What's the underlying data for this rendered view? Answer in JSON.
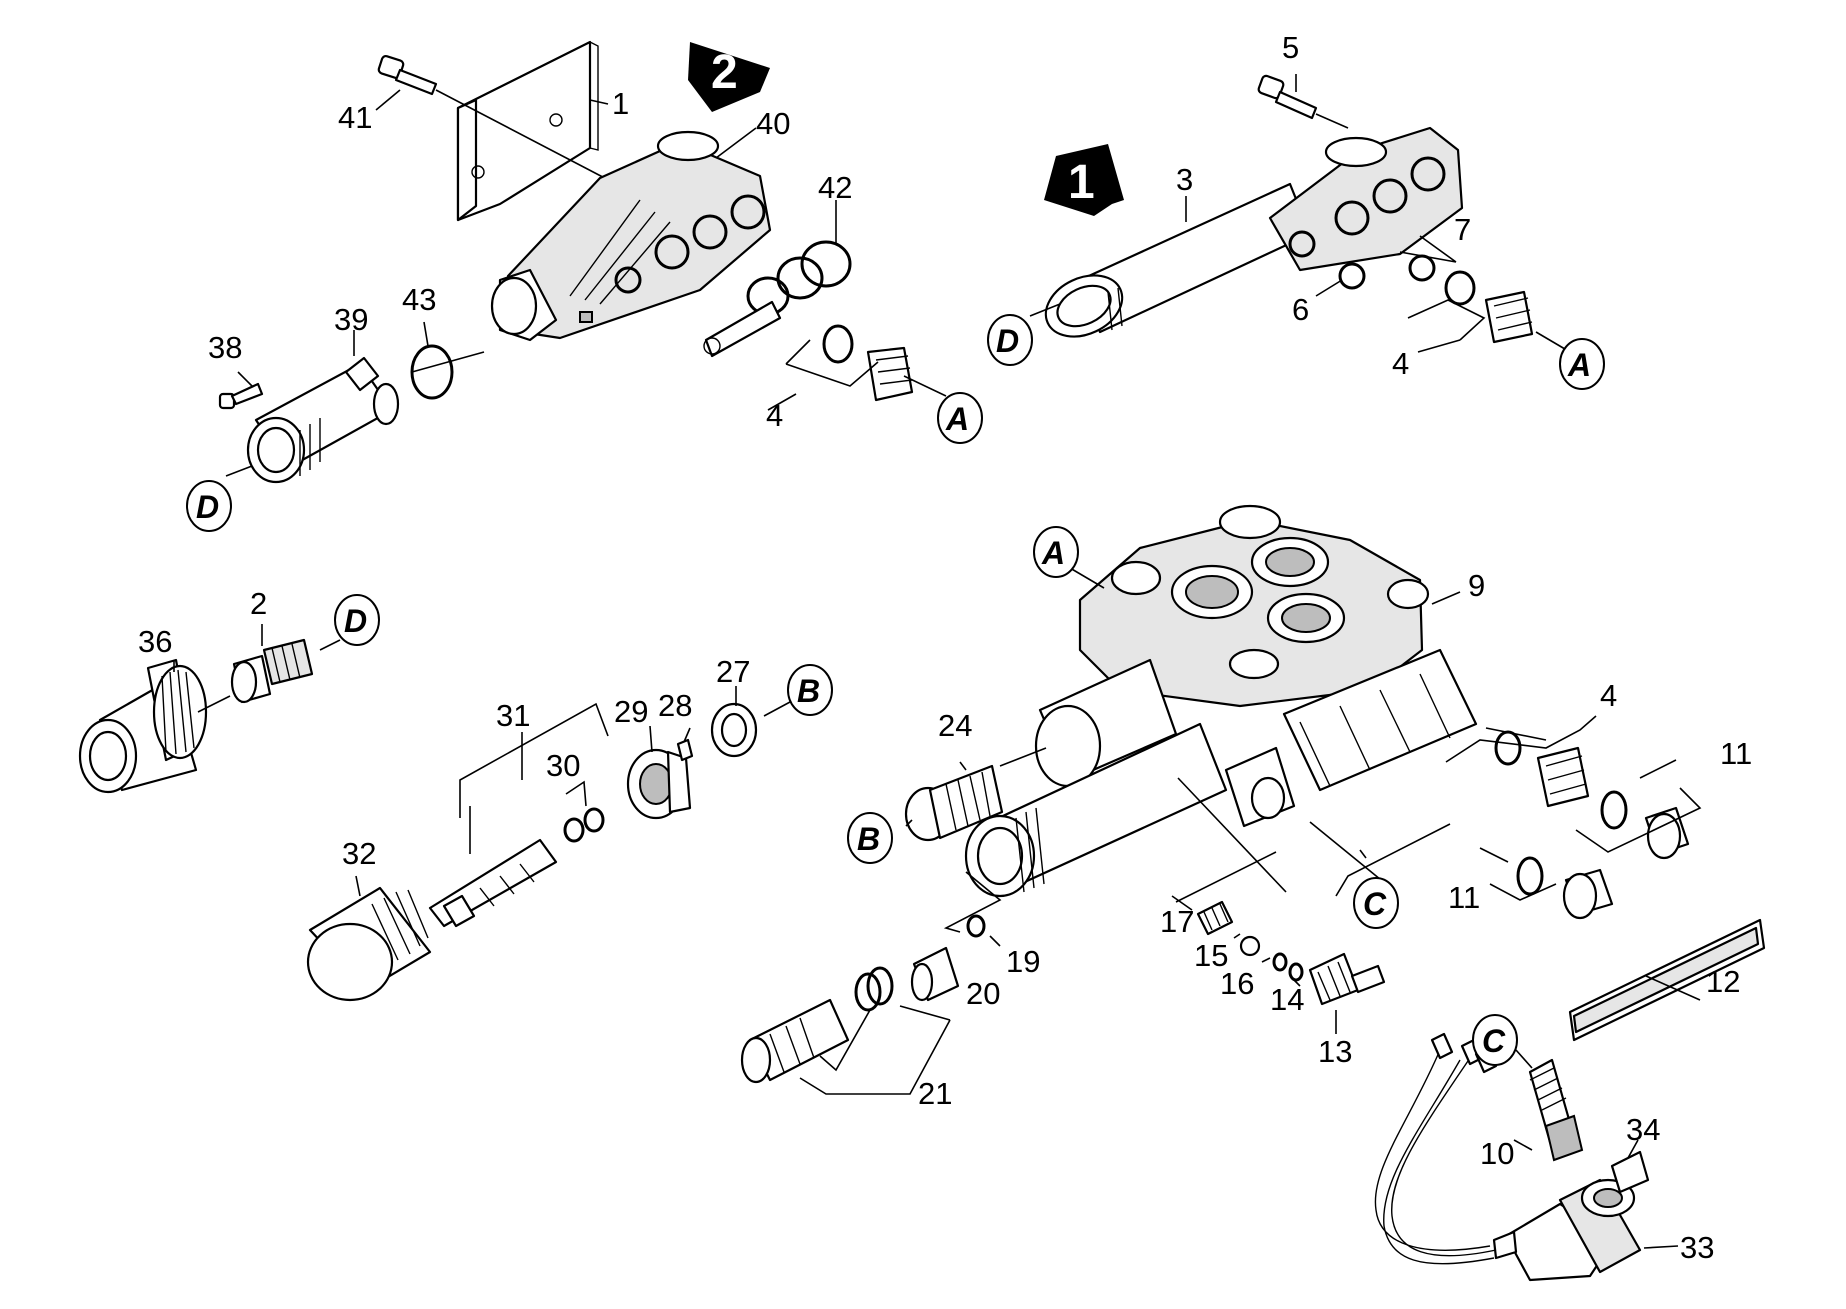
{
  "assemblies": [
    {
      "name": "assembly-variant-1",
      "badge": "1"
    },
    {
      "name": "assembly-variant-2",
      "badge": "2"
    }
  ],
  "connectors": {
    "A": "A",
    "B": "B",
    "C": "C",
    "D": "D"
  },
  "parts": {
    "p1": "1",
    "p2": "2",
    "p3": "3",
    "p4": "4",
    "p5": "5",
    "p6": "6",
    "p7": "7",
    "p9": "9",
    "p10": "10",
    "p11": "11",
    "p12": "12",
    "p13": "13",
    "p14": "14",
    "p15": "15",
    "p16": "16",
    "p17": "17",
    "p19": "19",
    "p20": "20",
    "p21": "21",
    "p24": "24",
    "p27": "27",
    "p28": "28",
    "p29": "29",
    "p30": "30",
    "p31": "31",
    "p32": "32",
    "p33": "33",
    "p34": "34",
    "p36": "36",
    "p38": "38",
    "p39": "39",
    "p40": "40",
    "p41": "41",
    "p42": "42",
    "p43": "43"
  }
}
